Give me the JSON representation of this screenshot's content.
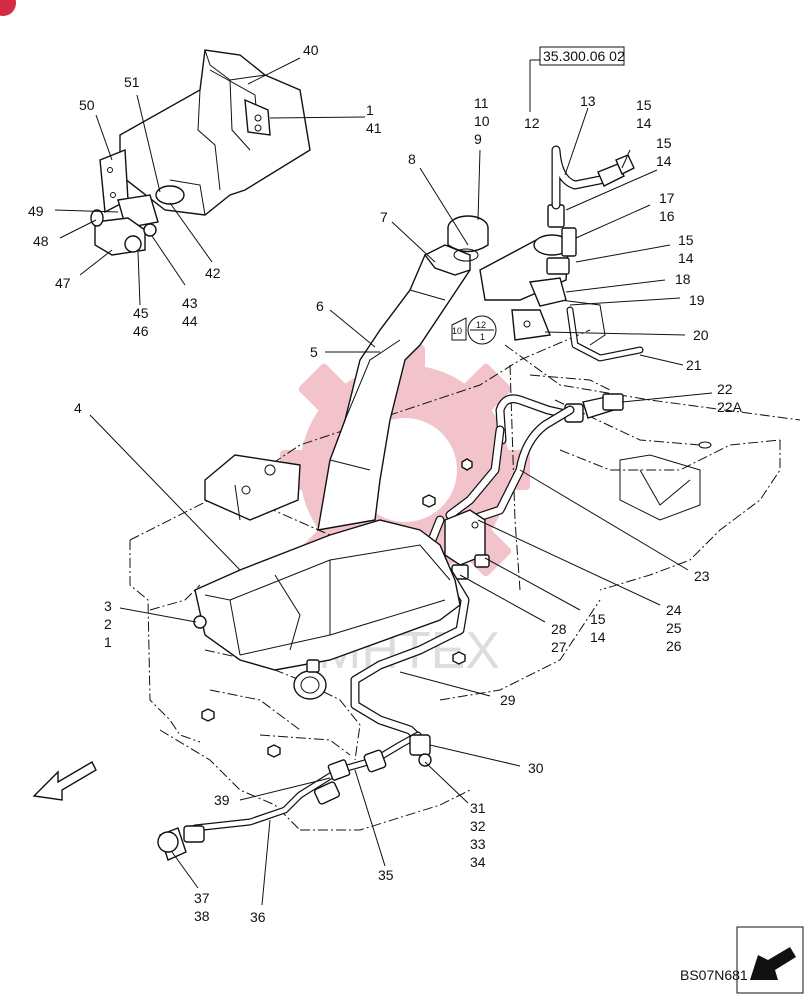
{
  "diagram": {
    "reference_code": "35.300.06 02",
    "drawing_id": "BS07N681",
    "watermark_text": "МНТЕХ",
    "colors": {
      "line": "#111111",
      "watermark": "#d42a44",
      "badge": "#d42a44"
    },
    "sheet_symbol": {
      "top": "12",
      "bottom": "1",
      "side": "10"
    },
    "callouts": [
      {
        "id": "c40",
        "text": "40"
      },
      {
        "id": "c51",
        "text": "51"
      },
      {
        "id": "c50",
        "text": "50"
      },
      {
        "id": "c1a",
        "text": "1"
      },
      {
        "id": "c41",
        "text": "41"
      },
      {
        "id": "c49",
        "text": "49"
      },
      {
        "id": "c48",
        "text": "48"
      },
      {
        "id": "c47",
        "text": "47"
      },
      {
        "id": "c42",
        "text": "42"
      },
      {
        "id": "c45",
        "text": "45"
      },
      {
        "id": "c46",
        "text": "46"
      },
      {
        "id": "c43",
        "text": "43"
      },
      {
        "id": "c44",
        "text": "44"
      },
      {
        "id": "c11",
        "text": "11"
      },
      {
        "id": "c10",
        "text": "10"
      },
      {
        "id": "c9",
        "text": "9"
      },
      {
        "id": "c12",
        "text": "12"
      },
      {
        "id": "c13",
        "text": "13"
      },
      {
        "id": "c15a",
        "text": "15"
      },
      {
        "id": "c14a",
        "text": "14"
      },
      {
        "id": "c15b",
        "text": "15"
      },
      {
        "id": "c14b",
        "text": "14"
      },
      {
        "id": "c17",
        "text": "17"
      },
      {
        "id": "c16",
        "text": "16"
      },
      {
        "id": "c15c",
        "text": "15"
      },
      {
        "id": "c14c",
        "text": "14"
      },
      {
        "id": "c18",
        "text": "18"
      },
      {
        "id": "c19",
        "text": "19"
      },
      {
        "id": "c20",
        "text": "20"
      },
      {
        "id": "c21",
        "text": "21"
      },
      {
        "id": "c22",
        "text": "22"
      },
      {
        "id": "c22A",
        "text": "22A"
      },
      {
        "id": "c8",
        "text": "8"
      },
      {
        "id": "c7",
        "text": "7"
      },
      {
        "id": "c6",
        "text": "6"
      },
      {
        "id": "c5",
        "text": "5"
      },
      {
        "id": "c4",
        "text": "4"
      },
      {
        "id": "c3",
        "text": "3"
      },
      {
        "id": "c2",
        "text": "2"
      },
      {
        "id": "c1b",
        "text": "1"
      },
      {
        "id": "c23",
        "text": "23"
      },
      {
        "id": "c15d",
        "text": "15"
      },
      {
        "id": "c14d",
        "text": "14"
      },
      {
        "id": "c24",
        "text": "24"
      },
      {
        "id": "c25",
        "text": "25"
      },
      {
        "id": "c26",
        "text": "26"
      },
      {
        "id": "c28",
        "text": "28"
      },
      {
        "id": "c27",
        "text": "27"
      },
      {
        "id": "c29",
        "text": "29"
      },
      {
        "id": "c30",
        "text": "30"
      },
      {
        "id": "c39",
        "text": "39"
      },
      {
        "id": "c31",
        "text": "31"
      },
      {
        "id": "c32",
        "text": "32"
      },
      {
        "id": "c33",
        "text": "33"
      },
      {
        "id": "c34",
        "text": "34"
      },
      {
        "id": "c35",
        "text": "35"
      },
      {
        "id": "c36",
        "text": "36"
      },
      {
        "id": "c37",
        "text": "37"
      },
      {
        "id": "c38",
        "text": "38"
      }
    ]
  }
}
